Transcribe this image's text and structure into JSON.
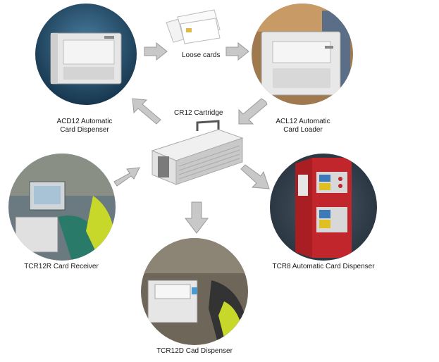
{
  "nodes": {
    "acd12": {
      "label_line1": "ACD12 Automatic",
      "label_line2": "Card Dispenser"
    },
    "acl12": {
      "label_line1": "ACL12 Automatic",
      "label_line2": "Card Loader"
    },
    "loose_cards": {
      "label": "Loose cards"
    },
    "cr12": {
      "label": "CR12 Cartridge"
    },
    "tcr12r": {
      "label": "TCR12R Card Receiver"
    },
    "tcr8": {
      "label": "TCR8 Automatic Card Dispenser"
    },
    "tcr12d": {
      "label": "TCR12D Cad Dispenser"
    }
  },
  "colors": {
    "arrow_fill": "#c8c8c8",
    "arrow_stroke": "#9a9a9a",
    "machine_body": "#e4e4e4",
    "dispenser_red": "#c0262b",
    "dark_bg": "#2c3a47"
  }
}
